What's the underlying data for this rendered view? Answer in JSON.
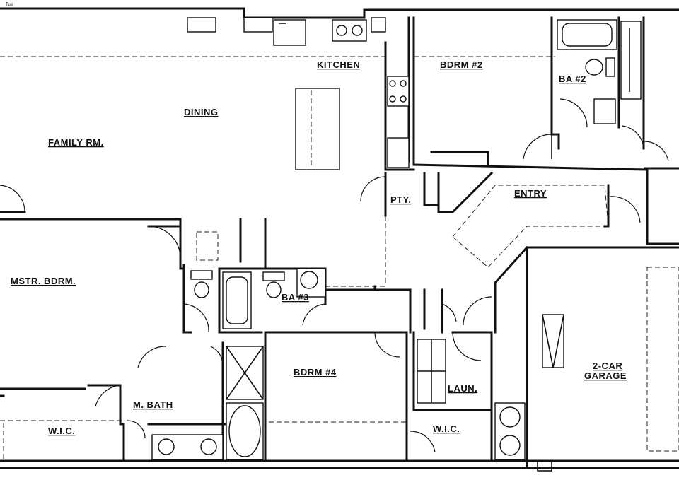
{
  "corner_mark": "Tue",
  "rooms": {
    "kitchen": "KITCHEN",
    "bdrm2": "BDRM #2",
    "ba2": "BA #2",
    "dining": "DINING",
    "family": "FAMILY RM.",
    "pty": "PTY.",
    "entry": "ENTRY",
    "mstr": "MSTR. BDRM.",
    "ba3": "BA #3",
    "bdrm4": "BDRM #4",
    "laun": "LAUN.",
    "garage1": "2-CAR",
    "garage2": "GARAGE",
    "mbath": "M. BATH",
    "wic1": "W.I.C.",
    "wic2": "W.I.C."
  }
}
